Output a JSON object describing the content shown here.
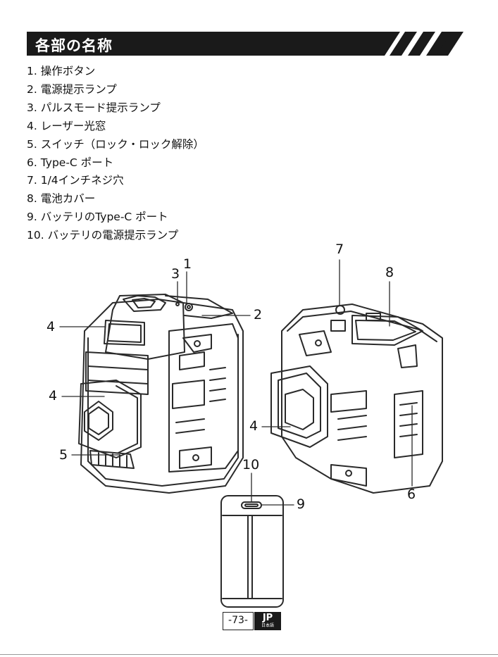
{
  "header": {
    "title": "各部の名称"
  },
  "parts": [
    "1. 操作ボタン",
    "2. 電源提示ランプ",
    "3. パルスモード提示ランプ",
    "4. レーザー光窓",
    "5. スイッチ（ロック・ロック解除）",
    "6. Type-C ポート",
    "7. 1/4インチネジ穴",
    "8. 電池カバー",
    "9. バッテリのType-C ポート",
    "10. バッテリの電源提示ランプ"
  ],
  "callouts": {
    "c1": "1",
    "c2": "2",
    "c3": "3",
    "c4a": "4",
    "c4b": "4",
    "c4c": "4",
    "c5": "5",
    "c6": "6",
    "c7": "7",
    "c8": "8",
    "c9": "9",
    "c10": "10"
  },
  "footer": {
    "page": "-73-",
    "lang_code": "JP",
    "lang_name": "日本語"
  },
  "colors": {
    "header_bg": "#1a1a1a",
    "line_art": "#2a2a2a"
  }
}
